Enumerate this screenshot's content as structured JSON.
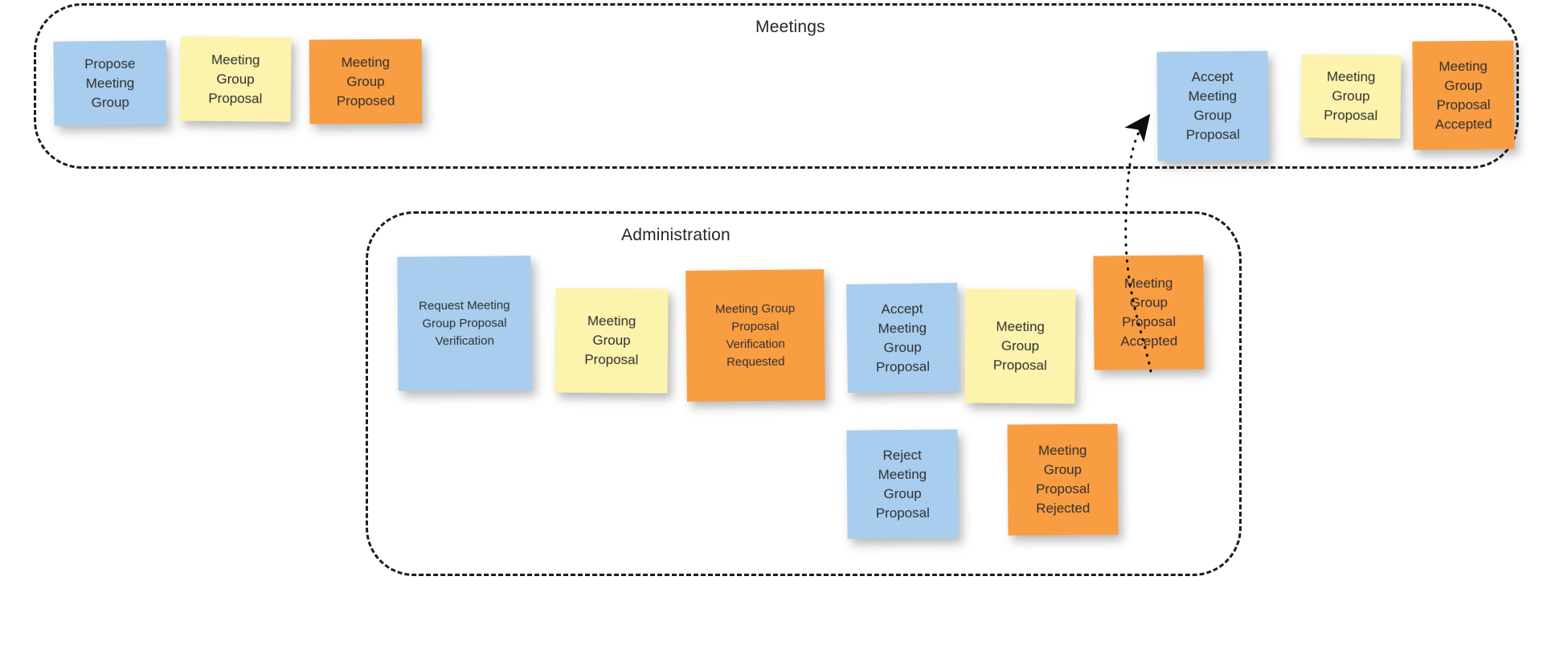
{
  "diagram": {
    "type": "event-storming-board",
    "background_color": "#ffffff",
    "legend_colors": {
      "command": "#a8cdee",
      "aggregate": "#fcf3ad",
      "event": "#f99d42"
    }
  },
  "contexts": [
    {
      "id": "meetings",
      "title": "Meetings",
      "border_style": "dashed",
      "border_color": "#1c1c1c"
    },
    {
      "id": "administration",
      "title": "Administration",
      "border_style": "dashed",
      "border_color": "#1c1c1c"
    }
  ],
  "notes": [
    {
      "id": "propose-meeting-group",
      "context": "meetings",
      "kind": "command",
      "color": "#a8cdee",
      "text": "Propose\nMeeting\nGroup"
    },
    {
      "id": "meetings-aggregate-1",
      "context": "meetings",
      "kind": "aggregate",
      "color": "#fcf3ad",
      "text": "Meeting\nGroup\nProposal"
    },
    {
      "id": "meeting-group-proposed",
      "context": "meetings",
      "kind": "event",
      "color": "#f99d42",
      "text": "Meeting\nGroup\nProposed"
    },
    {
      "id": "accept-meeting-group-proposal-meetings",
      "context": "meetings",
      "kind": "command",
      "color": "#a8cdee",
      "text": "Accept\nMeeting\nGroup\nProposal"
    },
    {
      "id": "meetings-aggregate-2",
      "context": "meetings",
      "kind": "aggregate",
      "color": "#fcf3ad",
      "text": "Meeting\nGroup\nProposal"
    },
    {
      "id": "meeting-group-proposal-accepted-meetings",
      "context": "meetings",
      "kind": "event",
      "color": "#f99d42",
      "text": "Meeting\nGroup\nProposal\nAccepted"
    },
    {
      "id": "request-meeting-group-proposal-verification",
      "context": "administration",
      "kind": "command",
      "color": "#a8cdee",
      "text": "Request Meeting\nGroup Proposal\nVerification"
    },
    {
      "id": "administration-aggregate-1",
      "context": "administration",
      "kind": "aggregate",
      "color": "#fcf3ad",
      "text": "Meeting\nGroup\nProposal"
    },
    {
      "id": "meeting-group-proposal-verification-requested",
      "context": "administration",
      "kind": "event",
      "color": "#f99d42",
      "text": "Meeting Group\nProposal\nVerification\nRequested"
    },
    {
      "id": "accept-meeting-group-proposal-administration",
      "context": "administration",
      "kind": "command",
      "color": "#a8cdee",
      "text": "Accept\nMeeting\nGroup\nProposal"
    },
    {
      "id": "administration-aggregate-2",
      "context": "administration",
      "kind": "aggregate",
      "color": "#fcf3ad",
      "text": "Meeting\nGroup\nProposal"
    },
    {
      "id": "meeting-group-proposal-accepted-administration",
      "context": "administration",
      "kind": "event",
      "color": "#f99d42",
      "text": "Meeting\nGroup\nProposal\nAccepted"
    },
    {
      "id": "reject-meeting-group-proposal",
      "context": "administration",
      "kind": "command",
      "color": "#a8cdee",
      "text": "Reject\nMeeting\nGroup\nProposal"
    },
    {
      "id": "meeting-group-proposal-rejected",
      "context": "administration",
      "kind": "event",
      "color": "#f99d42",
      "text": "Meeting\nGroup\nProposal\nRejected"
    }
  ],
  "connectors": [
    {
      "id": "accepted-to-accept",
      "from": "meeting-group-proposal-accepted-administration",
      "to": "accept-meeting-group-proposal-meetings",
      "style": "dotted",
      "color": "#0d0d0d",
      "arrowhead": "filled-triangle"
    }
  ]
}
